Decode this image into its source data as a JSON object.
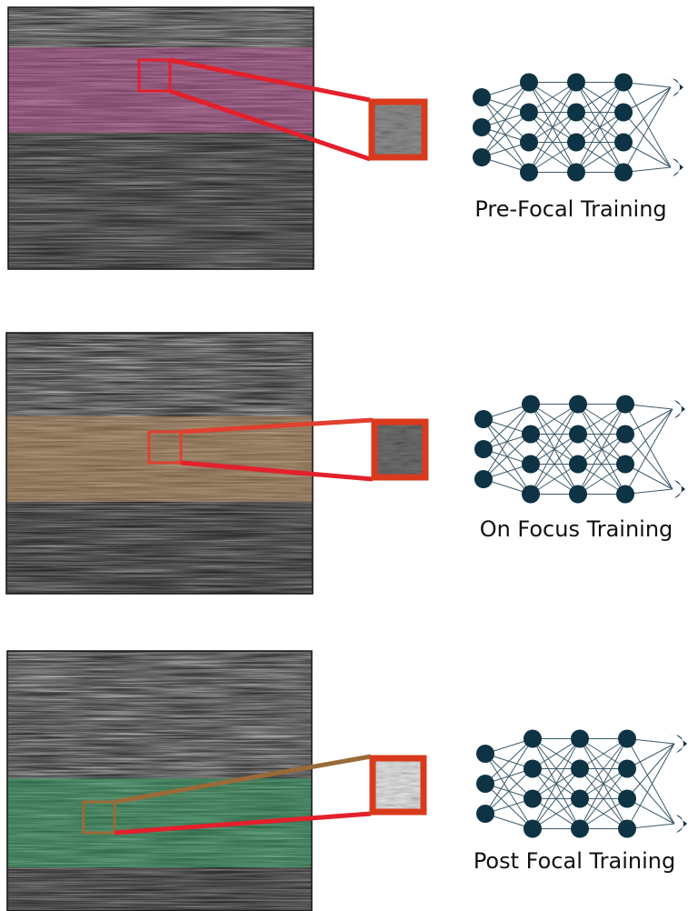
{
  "panels": [
    {
      "id": "pre",
      "label": "Pre-Focal Training",
      "band_color": "#b4508f",
      "connector_colors": [
        "#e3202b",
        "#e3202b"
      ]
    },
    {
      "id": "on",
      "label": "On Focus Training",
      "band_color": "#b98e5e",
      "connector_colors": [
        "#e04030",
        "#e3202b"
      ]
    },
    {
      "id": "post",
      "label": "Post Focal Training",
      "band_color": "#2f9a5e",
      "connector_colors": [
        "#9a6a38",
        "#e3202b"
      ]
    }
  ],
  "network": {
    "layers": [
      3,
      4,
      4,
      4,
      2
    ],
    "node_color": "#0d3345",
    "edge_color": "#3c5a6a"
  },
  "zoom_box_color": "#d93a1c"
}
